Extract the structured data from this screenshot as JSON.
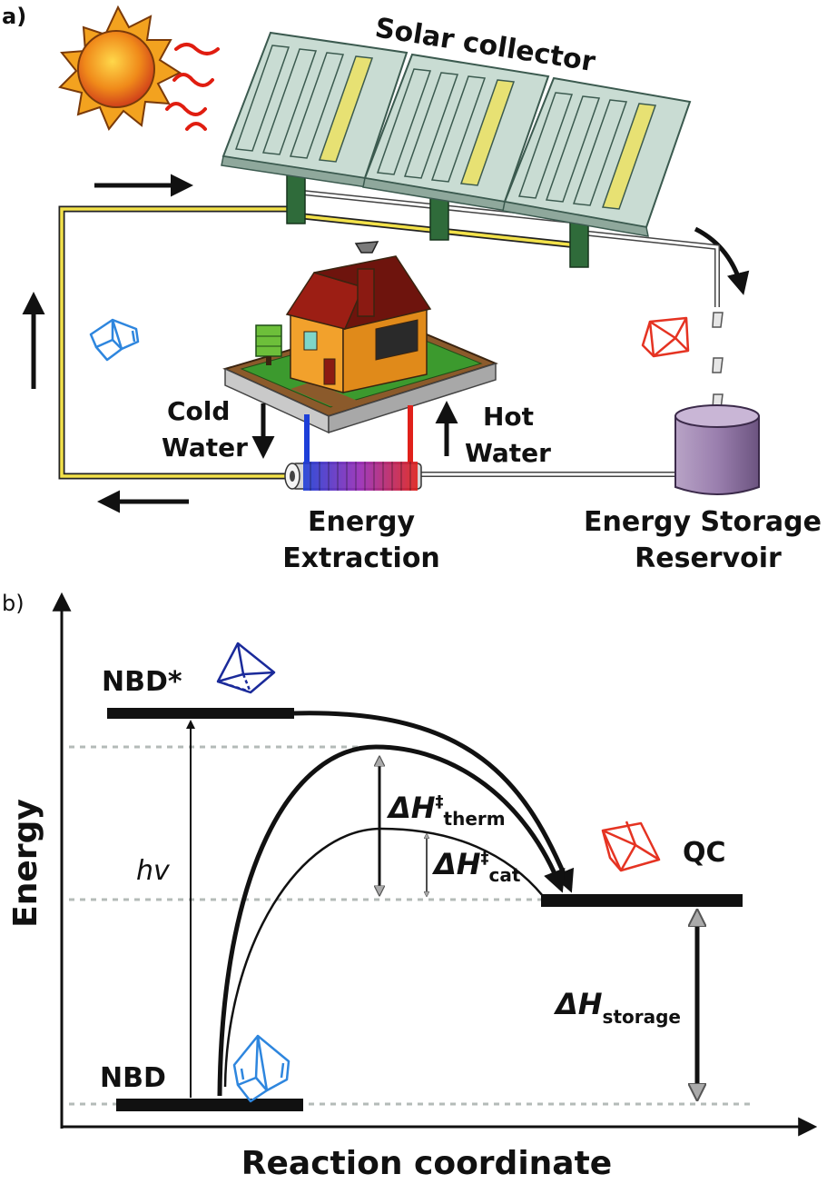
{
  "panel_a": {
    "label": "a)",
    "solar_collector": "Solar collector",
    "cold_water": [
      "Cold",
      "Water"
    ],
    "hot_water": [
      "Hot",
      "Water"
    ],
    "energy_extraction": [
      "Energy",
      "Extraction"
    ],
    "energy_storage": [
      "Energy Storage",
      "Reservoir"
    ]
  },
  "panel_b": {
    "label": "b)",
    "y_axis": "Energy",
    "x_axis": "Reaction coordinate",
    "nbd_star": "NBD*",
    "nbd": "NBD",
    "qc": "QC",
    "hv": "hv",
    "dh_therm": {
      "delta": "ΔH",
      "sup": "‡",
      "sub": "therm"
    },
    "dh_cat": {
      "delta": "ΔH",
      "sup": "‡",
      "sub": "cat"
    },
    "dh_storage": {
      "delta": "ΔH",
      "sub": "storage"
    }
  },
  "colors": {
    "nbd": "#2e86de",
    "nbd_star": "#1a2a9a",
    "qc": "#e53322",
    "panel": "#c9dcd3",
    "stand": "#2f6b3a",
    "house_wall": "#f2a12c",
    "roof": "#8b1a12",
    "grass": "#3c9a2e",
    "reservoir": "#9a7fae",
    "pipe_yellow": "#f3e24a"
  }
}
